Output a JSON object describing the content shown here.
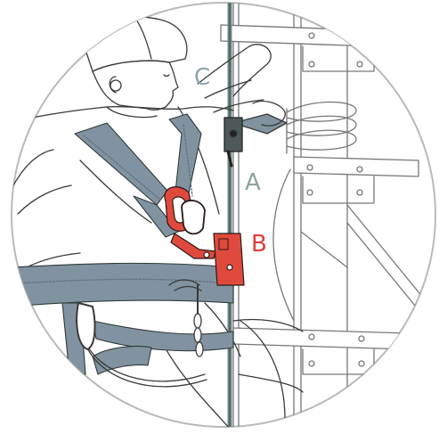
{
  "labels": {
    "a": "A",
    "b": "B",
    "c": "C"
  },
  "colors": {
    "line": "#3a3a3a",
    "harness": "#8193a0",
    "harness_dark": "#5f7280",
    "rope": "#6f8a86",
    "label_a": "#8aa39f",
    "label_b": "#e0403a",
    "label_c": "#8fa6ae",
    "device_red": "#e04a3c",
    "circle": "#b9b9b9"
  },
  "icons": {
    "device": "fall-arrester-icon",
    "carabiner": "carabiner-icon"
  }
}
